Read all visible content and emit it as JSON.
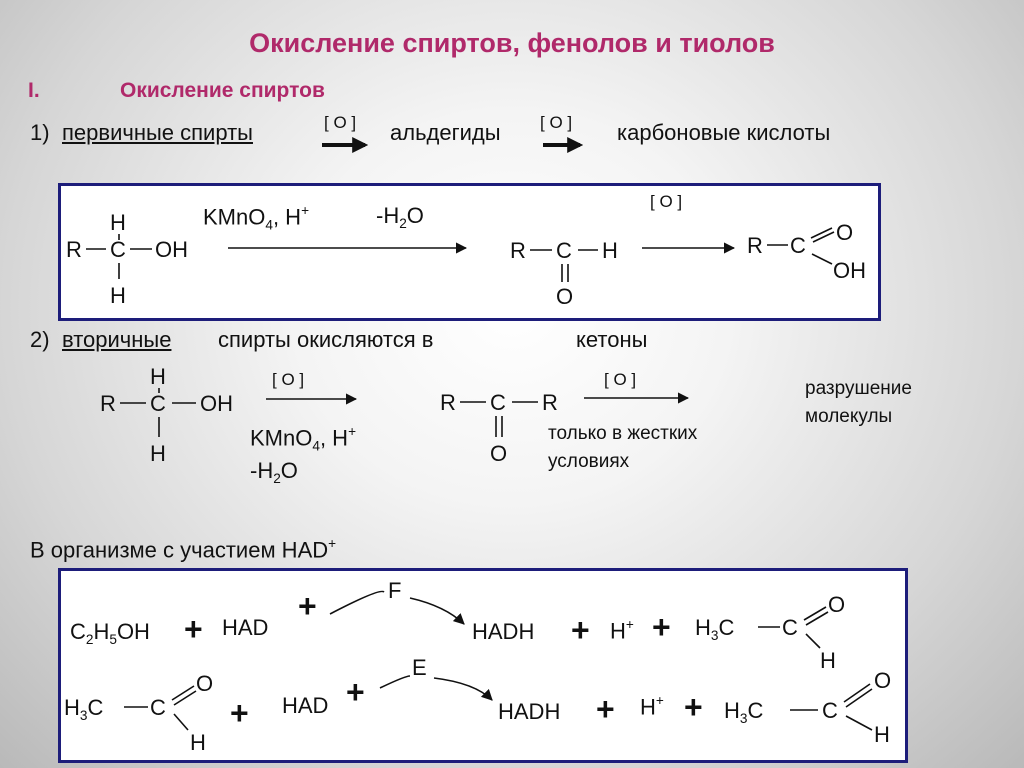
{
  "title": "Окисление спиртов, фенолов и тиолов",
  "section": {
    "number": "I.",
    "title": "Окисление спиртов"
  },
  "line1": {
    "num": "1)",
    "primary": "первичные  спирты",
    "ox1": "[ O ]",
    "aldehydes": "альдегиды",
    "ox2": "[ O ]",
    "acids": "карбоновые кислоты"
  },
  "box1": {
    "r": "R",
    "c": "C",
    "h": "H",
    "oh": "OH",
    "o": "O",
    "reagent_main": "KMnO",
    "reagent_sub": "4",
    "reagent_tail": ", H",
    "reagent_sup": "+",
    "water_pre": "-H",
    "water_sub": "2",
    "water_post": "O",
    "ox": "[ O ]"
  },
  "line2": {
    "num": "2)",
    "secondary": "вторичные ",
    "rest": "спирты окисляются в",
    "ketones": "кетоны"
  },
  "secondary_scheme": {
    "r": "R",
    "c": "C",
    "h": "H",
    "oh": "OH",
    "o": "O",
    "ox1": "[ O ]",
    "ox2": "[ O ]",
    "reagent_main": "KMnO",
    "reagent_sub": "4",
    "reagent_tail": ", H",
    "reagent_sup": "+",
    "water_pre": "-H",
    "water_sub": "2",
    "water_post": "O",
    "harsh_1": "только в жестких",
    "harsh_2": "условиях",
    "destroy_1": "разрушение",
    "destroy_2": "молекулы"
  },
  "organism": {
    "text": "В организме с участием HAD",
    "sup": "+"
  },
  "box2": {
    "c2": "C",
    "sub2": "2",
    "h5": "H",
    "sub5": "5",
    "oh": "OH",
    "plus": "+",
    "had": "HAD",
    "hadh": "HADH",
    "h": "H",
    "hplus": "+",
    "h3": "H",
    "sub3": "3",
    "c": "C",
    "o": "O",
    "enzyme_f": "F",
    "enzyme_e": "E"
  }
}
